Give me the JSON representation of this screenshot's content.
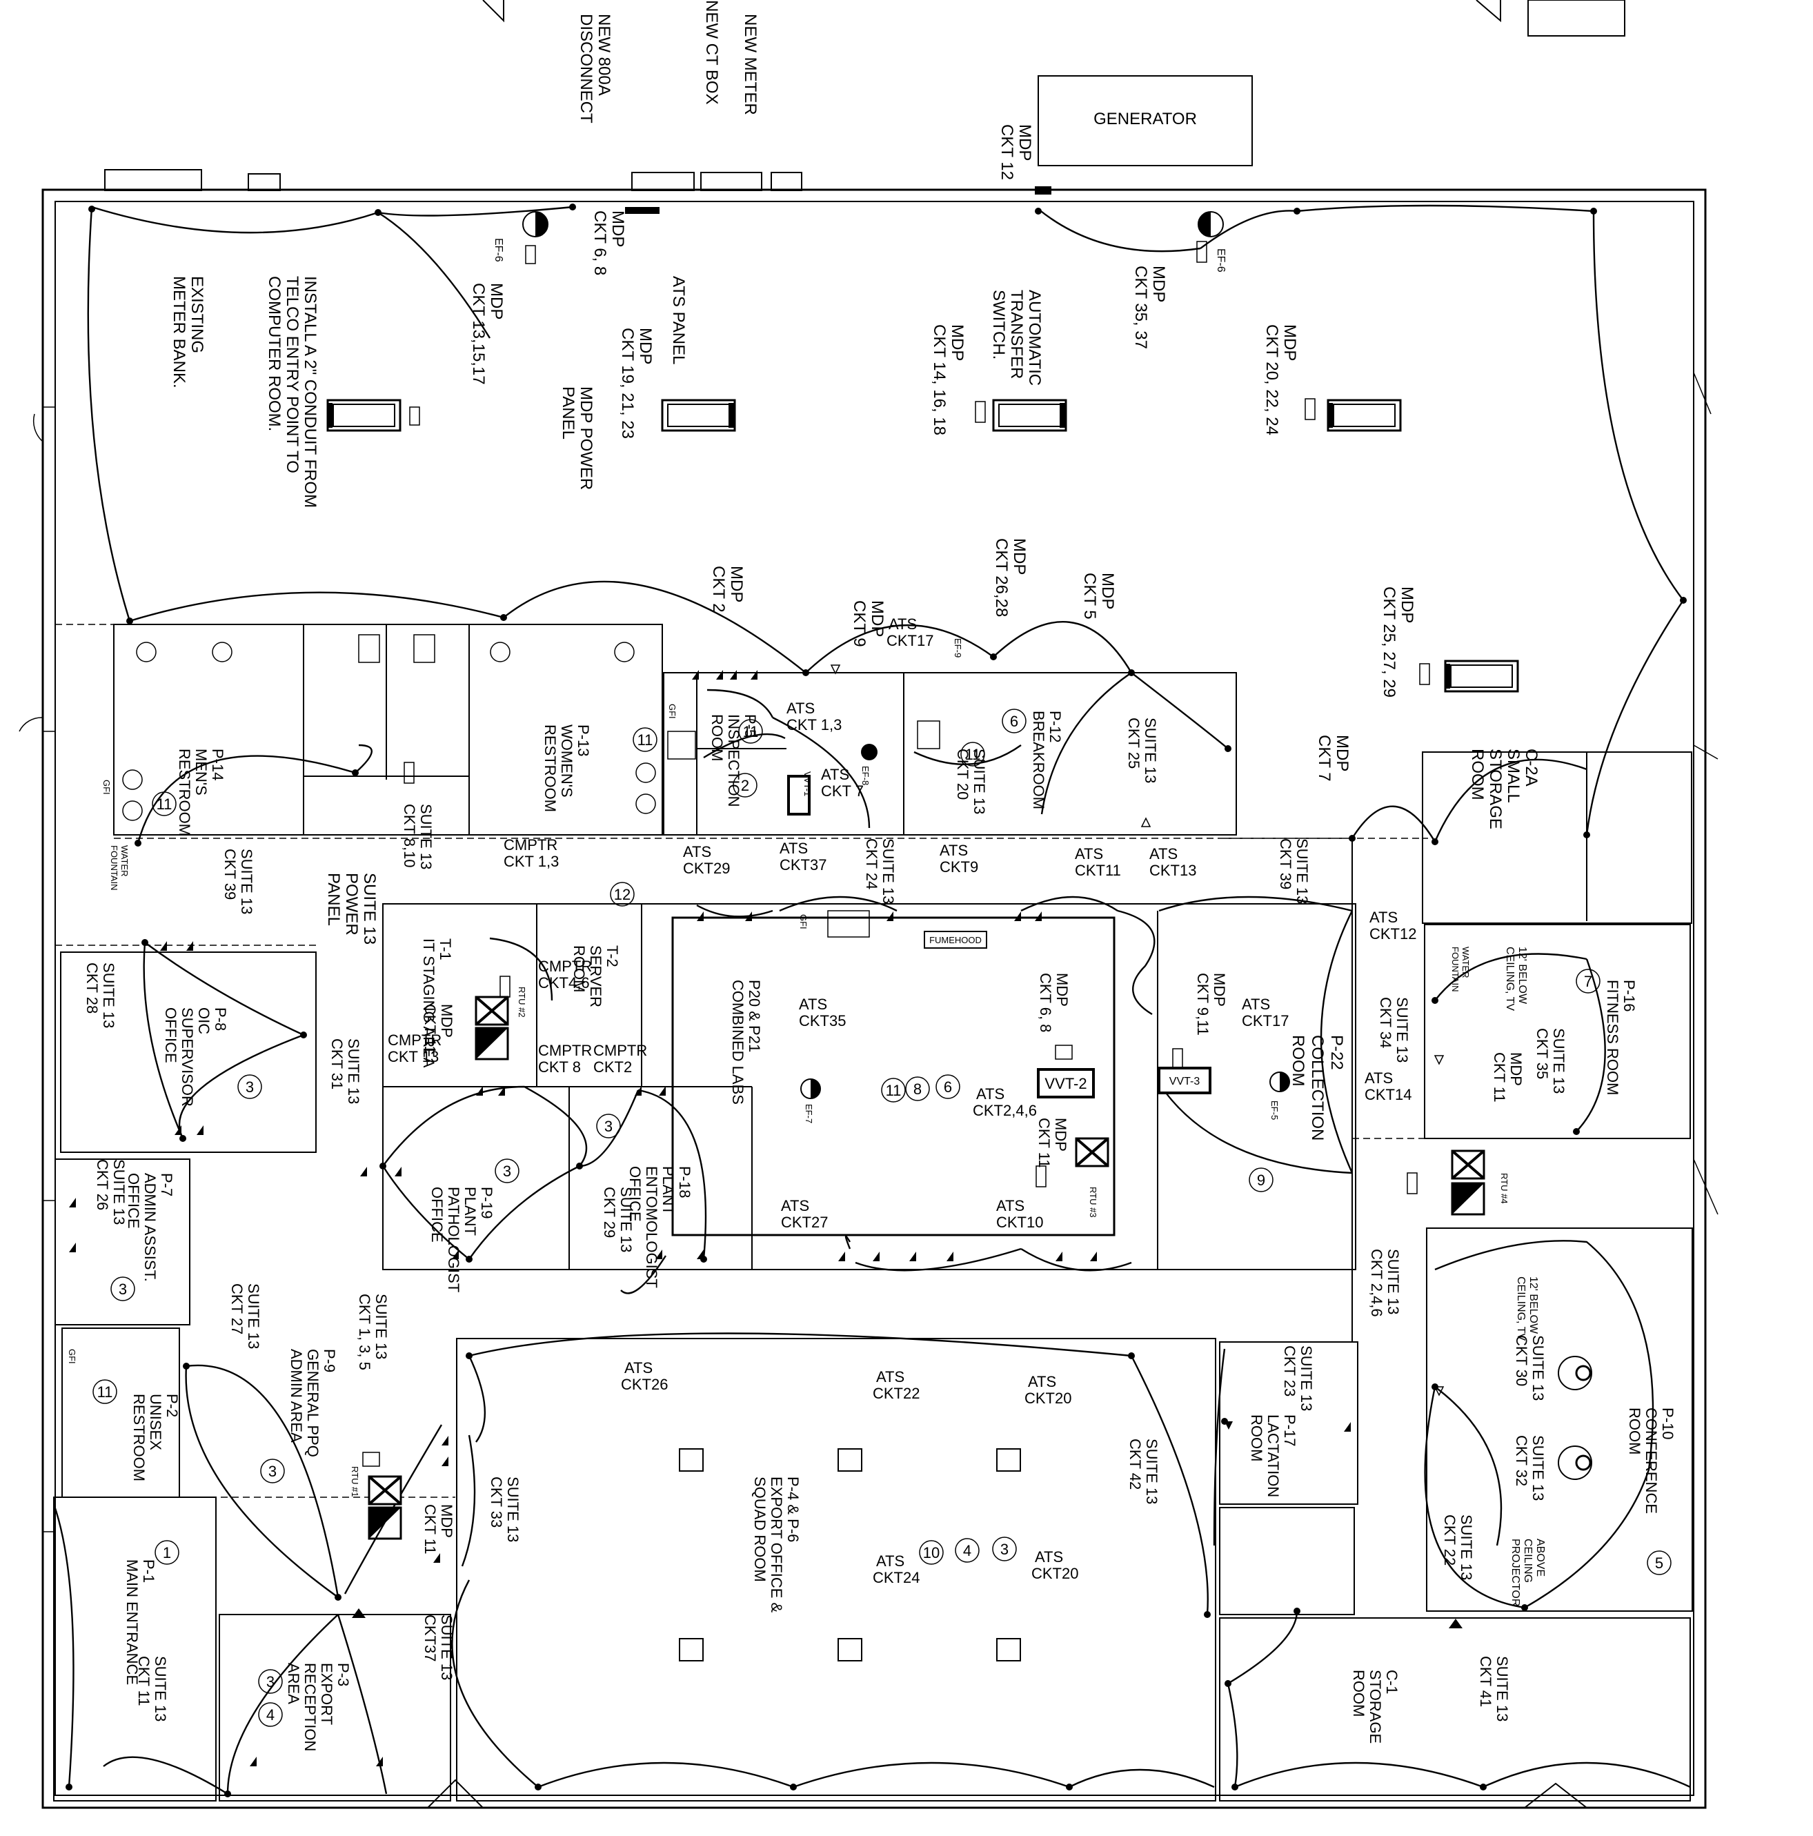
{
  "equipment": {
    "generator": "GENERATOR",
    "new_800a_disconnect": [
      "NEW 800A",
      "DISCONNECT"
    ],
    "new_ct_box": "NEW CT BOX",
    "new_meter": "NEW METER",
    "existing_meter_bank": [
      "EXISTING",
      "METER BANK."
    ],
    "conduit_note": [
      "INSTALL A 2\" CONDUIT FROM",
      "TELCO ENTRY POINT TO",
      "COMPUTER ROOM."
    ],
    "ats_panel": "ATS PANEL",
    "mdp_power_panel": [
      "MDP POWER",
      "PANEL"
    ],
    "automatic_transfer_switch": [
      "AUTOMATIC",
      "TRANSFER",
      "SWITCH."
    ],
    "suite13_power_panel": [
      "SUITE 13",
      "POWER",
      "PANEL"
    ],
    "fumehood": "FUMEHOOD",
    "vvt2": "VVT-2",
    "vvt3": "VVT-3",
    "vvt1": "VVT-1",
    "rtu1": "RTU #1",
    "rtu2": "RTU #2",
    "rtu3": "RTU #3",
    "rtu4": "RTU #4",
    "ef6": "EF-6",
    "ef7": "EF-7",
    "ef8": "EF-8",
    "ef9": "EF-9",
    "ef5": "EF-5",
    "gfi": "GFI",
    "water_fountain": [
      "WATER",
      "FOUNTAIN"
    ],
    "above_ceiling_projector": [
      "ABOVE",
      "CEILING",
      "PROJECTOR"
    ],
    "ceiling_tv": [
      "12' BELOW",
      "CEILING, TV"
    ]
  },
  "rooms": {
    "p14": [
      "P-14",
      "MEN'S",
      "RESTROOM"
    ],
    "p13": [
      "P-13",
      "WOMEN'S",
      "RESTROOM"
    ],
    "p5": [
      "P-5",
      "INSPECTION",
      "ROOM"
    ],
    "p12": [
      "P-12",
      "BREAKROOM"
    ],
    "c2a": [
      "C-2A",
      "SMALL",
      "STORAGE",
      "ROOM"
    ],
    "p16": [
      "P-16",
      "FITNESS ROOM"
    ],
    "p8": [
      "P-8",
      "OIC",
      "SUPERVISOR",
      "OFFICE"
    ],
    "t1": [
      "T-1",
      "IT STAGING AREA"
    ],
    "t2": [
      "T-2",
      "SERVER",
      "ROOM"
    ],
    "p20p21": [
      "P20 & P21",
      "COMBINED LABS"
    ],
    "p22": [
      "P-22",
      "COLLECTION",
      "ROOM"
    ],
    "p7": [
      "P-7",
      "ADMIN ASSIST.",
      "OFFICE"
    ],
    "p19": [
      "P-19",
      "PLANT",
      "PATHOLOGIST",
      "OFFICE"
    ],
    "p18": [
      "P-18",
      "PLANT",
      "ENTOMOLOGIST",
      "OFFICE"
    ],
    "p9": [
      "P-9",
      "GENERAL PPQ",
      "ADMIN AREA"
    ],
    "p2": [
      "P-2",
      "UNISEX",
      "RESTROOM"
    ],
    "p1": [
      "P-1",
      "MAIN ENTRANCE"
    ],
    "p3": [
      "P-3",
      "EXPORT",
      "RECEPTION",
      "AREA"
    ],
    "p4p6": [
      "P-4 & P-6",
      "EXPORT OFFICE &",
      "SQUAD ROOM"
    ],
    "p17": [
      "P-17",
      "LACTATION",
      "ROOM"
    ],
    "p10": [
      "P-10",
      "CONFERENCE",
      "ROOM"
    ],
    "c1": [
      "C-1",
      "STORAGE",
      "ROOM"
    ]
  },
  "circuits": {
    "mdp_ckt12": [
      "MDP",
      "CKT 12"
    ],
    "mdp_ckt68": [
      "MDP",
      "CKT 6, 8"
    ],
    "mdp_ckt131517": [
      "MDP",
      "CKT 13,15,17"
    ],
    "mdp_ckt192123": [
      "MDP",
      "CKT 19, 21, 23"
    ],
    "mdp_ckt141618": [
      "MDP",
      "CKT 14, 16, 18"
    ],
    "mdp_ckt3537": [
      "MDP",
      "CKT 35, 37"
    ],
    "mdp_ckt202224": [
      "MDP",
      "CKT 20, 22, 24"
    ],
    "mdp_ckt2": [
      "MDP",
      "CKT 2"
    ],
    "mdp_ckt9": [
      "MDP",
      "CKT 9"
    ],
    "mdp_ckt2628": [
      "MDP",
      "CKT 26,28"
    ],
    "mdp_ckt5": [
      "MDP",
      "CKT 5"
    ],
    "mdp_ckt252729": [
      "MDP",
      "CKT 25, 27, 29"
    ],
    "mdp_ckt7": [
      "MDP",
      "CKT 7"
    ],
    "ats_ckt17": [
      "ATS",
      "CKT17"
    ],
    "ats_ckt13_a": [
      "ATS",
      "CKT 1,3"
    ],
    "ats_ckt7": [
      "ATS",
      "CKT 7"
    ],
    "s13_ckt25": [
      "SUITE 13",
      "CKT 25"
    ],
    "s13_ckt20": [
      "SUITE 13",
      "CKT 20"
    ],
    "s13_ckt24": [
      "SUITE 13",
      "CKT 24"
    ],
    "s13_ckt810": [
      "SUITE 13",
      "CKT 8,10"
    ],
    "s13_ckt39_a": [
      "SUITE 13",
      "CKT 39"
    ],
    "s13_ckt39_b": [
      "SUITE 13",
      "CKT 39"
    ],
    "cmptr_ckt13": [
      "CMPTR",
      "CKT 1,3"
    ],
    "ats_ckt29": [
      "ATS",
      "CKT29"
    ],
    "ats_ckt37": [
      "ATS",
      "CKT37"
    ],
    "ats_ckt9": [
      "ATS",
      "CKT9"
    ],
    "ats_ckt11": [
      "ATS",
      "CKT11"
    ],
    "ats_ckt13": [
      "ATS",
      "CKT13"
    ],
    "ats_ckt12": [
      "ATS",
      "CKT12"
    ],
    "s13_ckt28": [
      "SUITE 13",
      "CKT 28"
    ],
    "cmptr_ckt46": [
      "CMPTR",
      "CKT4,6"
    ],
    "mdp_ckt11_a": [
      "MDP",
      "CKT 11"
    ],
    "cmptr_ckt13b": [
      "CMPTR",
      "CKT 13"
    ],
    "cmptr_ckt8": [
      "CMPTR",
      "CKT 8"
    ],
    "cmptr_ckt2": [
      "CMPTR",
      "CKT2"
    ],
    "s13_ckt31": [
      "SUITE 13",
      "CKT 31"
    ],
    "ats_ckt35": [
      "ATS",
      "CKT35"
    ],
    "mdp_ckt68b": [
      "MDP",
      "CKT 6, 8"
    ],
    "mdp_ckt911": [
      "MDP",
      "CKT 9,11"
    ],
    "ats_ckt17b": [
      "ATS",
      "CKT17"
    ],
    "ats_ckt246": [
      "ATS",
      "CKT2,4,6"
    ],
    "mdp_ckt11_b": [
      "MDP",
      "CKT 11"
    ],
    "s13_ckt34": [
      "SUITE 13",
      "CKT 34"
    ],
    "ats_ckt14": [
      "ATS",
      "CKT14"
    ],
    "s13_ckt35": [
      "SUITE 13",
      "CKT 35"
    ],
    "mdp_ckt11_c": [
      "MDP",
      "CKT 11"
    ],
    "s13_ckt26": [
      "SUITE 13",
      "CKT 26"
    ],
    "s13_ckt29": [
      "SUITE 13",
      "CKT 29"
    ],
    "ats_ckt27": [
      "ATS",
      "CKT27"
    ],
    "ats_ckt10": [
      "ATS",
      "CKT10"
    ],
    "s13_ckt246": [
      "SUITE 13",
      "CKT 2,4,6"
    ],
    "s13_ckt27": [
      "SUITE 13",
      "CKT 27"
    ],
    "s13_ckt135": [
      "SUITE 13",
      "CKT 1, 3, 5"
    ],
    "ats_ckt26": [
      "ATS",
      "CKT26"
    ],
    "ats_ckt22": [
      "ATS",
      "CKT22"
    ],
    "ats_ckt20a": [
      "ATS",
      "CKT20"
    ],
    "s13_ckt23": [
      "SUITE 13",
      "CKT 23"
    ],
    "s13_ckt42": [
      "SUITE 13",
      "CKT 42"
    ],
    "s13_ckt30": [
      "SUITE 13",
      "CKT 30"
    ],
    "s13_ckt32": [
      "SUITE 13",
      "CKT 32"
    ],
    "s13_ckt33": [
      "SUITE 13",
      "CKT 33"
    ],
    "mdp_ckt11_d": [
      "MDP",
      "CKT 11"
    ],
    "s13_ckt22": [
      "SUITE 13",
      "CKT 22"
    ],
    "ats_ckt24": [
      "ATS",
      "CKT24"
    ],
    "ats_ckt20b": [
      "ATS",
      "CKT20"
    ],
    "s13_ckt37": [
      "SUITE 13",
      "CKT37"
    ],
    "s13_ckt11": [
      "SUITE 13",
      "CKT 11"
    ],
    "s13_ckt41": [
      "SUITE 13",
      "CKT 41"
    ]
  },
  "fixture_tags": [
    "11",
    "11",
    "11",
    "2",
    "6",
    "11",
    "12",
    "3",
    "3",
    "3",
    "11",
    "8",
    "6",
    "9",
    "7",
    "3",
    "3",
    "11",
    "1",
    "3",
    "4",
    "10",
    "4",
    "3",
    "5"
  ]
}
